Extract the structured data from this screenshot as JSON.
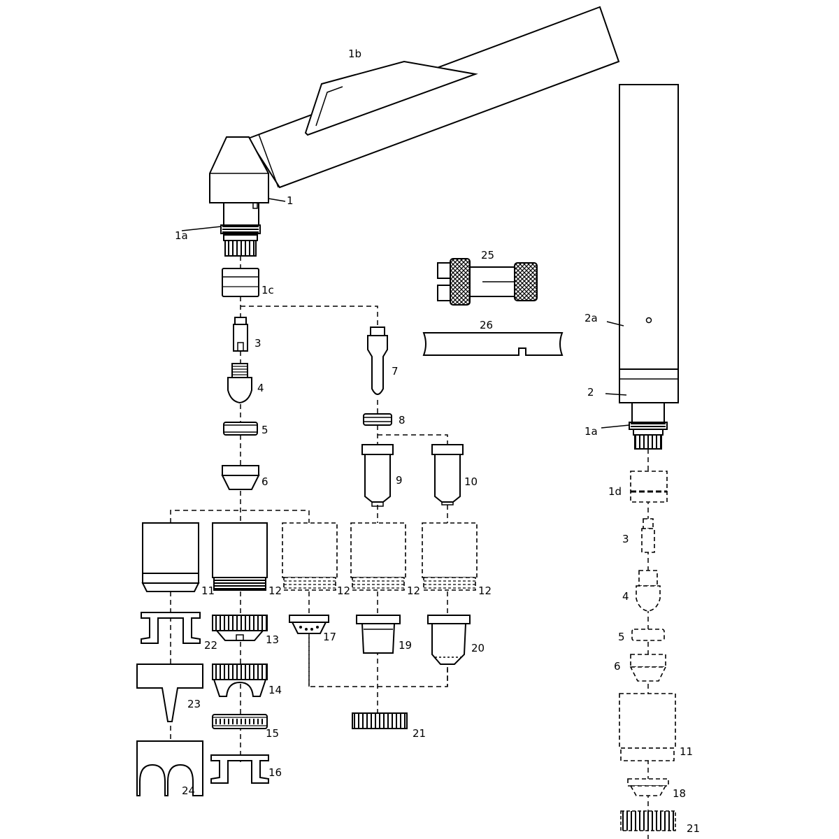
{
  "labels": {
    "l1": "1",
    "l1a_top": "1a",
    "l1b": "1b",
    "l1c": "1c",
    "l1d": "1d",
    "l2": "2",
    "l2a": "2a",
    "l1a_right": "1a",
    "l3_left": "3",
    "l4_left": "4",
    "l5_left": "5",
    "l6_left": "6",
    "l7": "7",
    "l8": "8",
    "l9": "9",
    "l10": "10",
    "l11_left": "11",
    "l12_a": "12",
    "l12_b": "12",
    "l12_c": "12",
    "l12_d": "12",
    "l13": "13",
    "l14": "14",
    "l15": "15",
    "l16": "16",
    "l17": "17",
    "l19": "19",
    "l20": "20",
    "l21_mid": "21",
    "l22": "22",
    "l23": "23",
    "l24": "24",
    "l25": "25",
    "l26": "26",
    "l3_right": "3",
    "l4_right": "4",
    "l5_right": "5",
    "l6_right": "6",
    "l11_right": "11",
    "l18": "18",
    "l21_right": "21"
  }
}
